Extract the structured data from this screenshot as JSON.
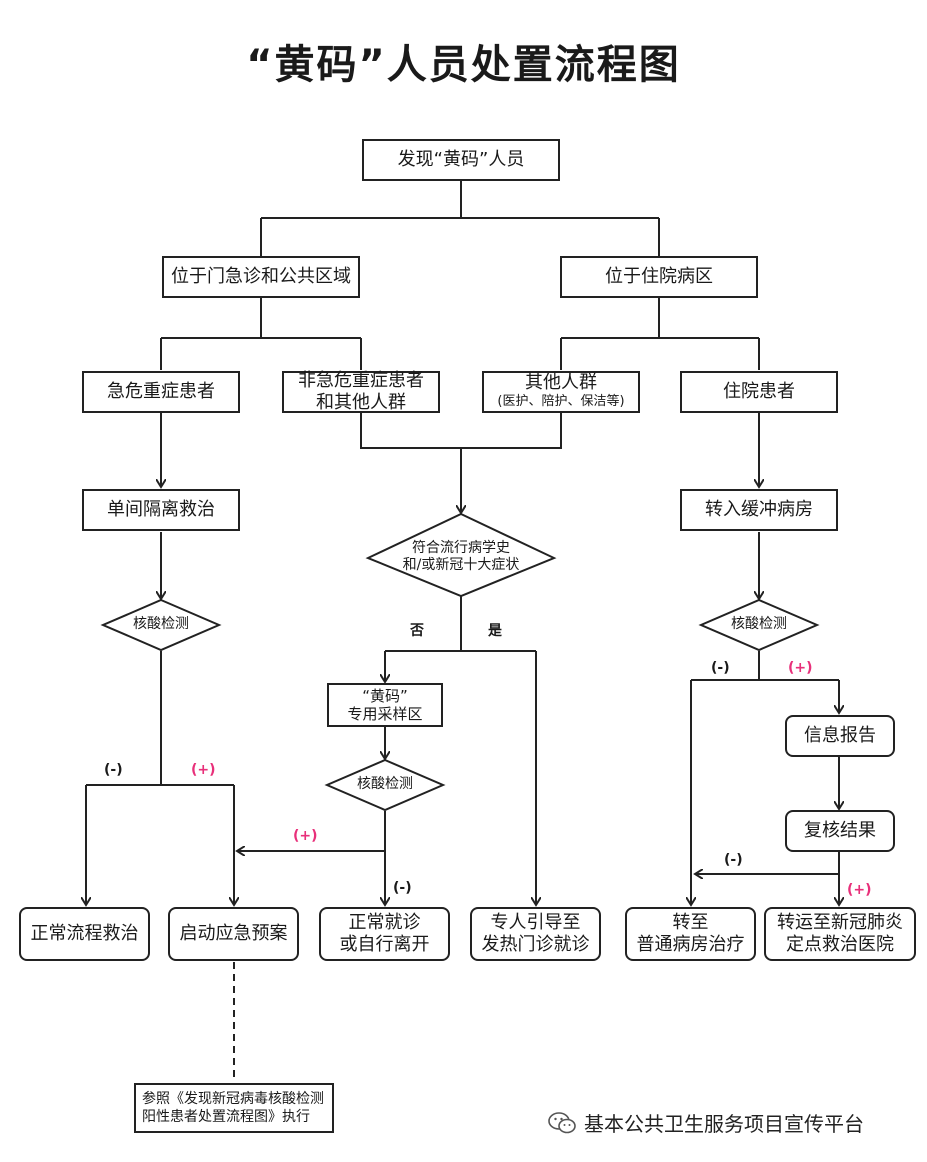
{
  "title": "“黄码”人员处置流程图",
  "nodes": {
    "start": "发现“黄码”人员",
    "outpatient": "位于门急诊和公共区域",
    "inpatient_area": "位于住院病区",
    "critical": "急危重症患者",
    "noncritical_l1": "非急危重症患者",
    "noncritical_l2": "和其他人群",
    "others_l1": "其他人群",
    "others_l2": "(医护、陪护、保洁等)",
    "inpatients": "住院患者",
    "single_room": "单间隔离救治",
    "buffer_ward": "转入缓冲病房",
    "epi_l1": "符合流行病学史",
    "epi_l2": "和/或新冠十大症状",
    "test_left": "核酸检测",
    "test_mid": "核酸检测",
    "test_right": "核酸检测",
    "yellow_area_l1": "“黄码”",
    "yellow_area_l2": "专用采样区",
    "info_report": "信息报告",
    "recheck": "复核结果",
    "normal_rescue": "正常流程救治",
    "emergency_plan": "启动应急预案",
    "normal_visit_l1": "正常就诊",
    "normal_visit_l2": "或自行离开",
    "fever_clinic_l1": "专人引导至",
    "fever_clinic_l2": "发热门诊就诊",
    "to_ward_l1": "转至",
    "to_ward_l2": "普通病房治疗",
    "transfer_l1": "转运至新冠肺炎",
    "transfer_l2": "定点救治医院",
    "reference_l1": "参照《发现新冠病毒核酸检测",
    "reference_l2": "阳性患者处置流程图》执行"
  },
  "labels": {
    "no": "否",
    "yes": "是",
    "neg": "(-)",
    "pos": "(+)"
  },
  "footer": "基本公共卫生服务项目宣传平台",
  "colors": {
    "positive": "#e8307a",
    "line": "#222222"
  }
}
